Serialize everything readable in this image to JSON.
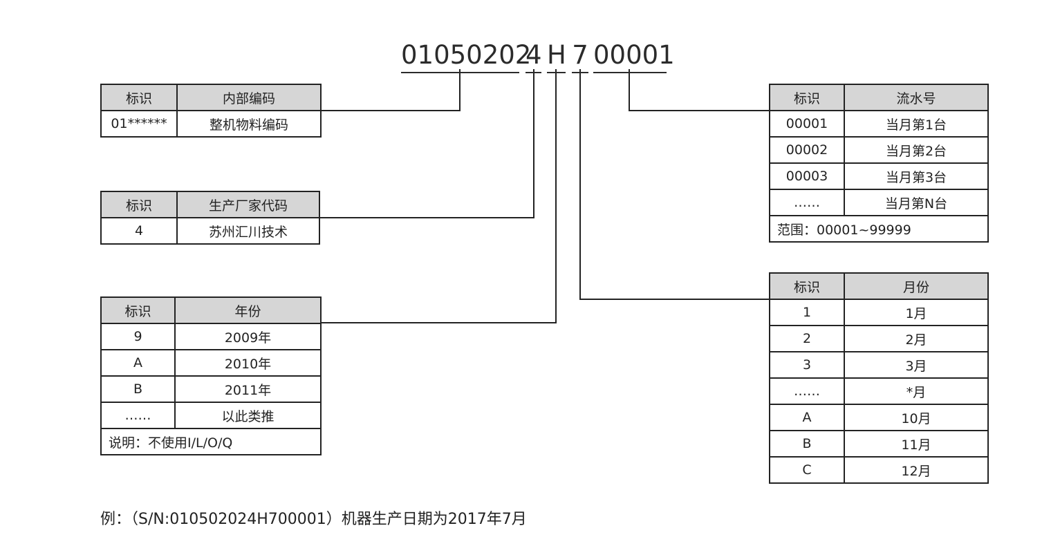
{
  "serial": {
    "segments": [
      "01050202",
      "4",
      "H",
      "7",
      "00001"
    ]
  },
  "internal_code_table": {
    "header": [
      "标识",
      "内部编码"
    ],
    "rows": [
      [
        "01******",
        "整机物料编码"
      ]
    ]
  },
  "manufacturer_table": {
    "header": [
      "标识",
      "生产厂家代码"
    ],
    "rows": [
      [
        "4",
        "苏州汇川技术"
      ]
    ]
  },
  "year_table": {
    "header": [
      "标识",
      "年份"
    ],
    "rows": [
      [
        "9",
        "2009年"
      ],
      [
        "A",
        "2010年"
      ],
      [
        "B",
        "2011年"
      ],
      [
        "……",
        "以此类推"
      ]
    ],
    "note": "说明：不使用I/L/O/Q"
  },
  "serial_number_table": {
    "header": [
      "标识",
      "流水号"
    ],
    "rows": [
      [
        "00001",
        "当月第1台"
      ],
      [
        "00002",
        "当月第2台"
      ],
      [
        "00003",
        "当月第3台"
      ],
      [
        "……",
        "当月第N台"
      ]
    ],
    "note": "范围：00001~99999"
  },
  "month_table": {
    "header": [
      "标识",
      "月份"
    ],
    "rows": [
      [
        "1",
        "1月"
      ],
      [
        "2",
        "2月"
      ],
      [
        "3",
        "3月"
      ],
      [
        "……",
        "*月"
      ],
      [
        "A",
        "10月"
      ],
      [
        "B",
        "11月"
      ],
      [
        "C",
        "12月"
      ]
    ]
  },
  "example": "例：（S/N:010502024H700001）机器生产日期为2017年7月"
}
